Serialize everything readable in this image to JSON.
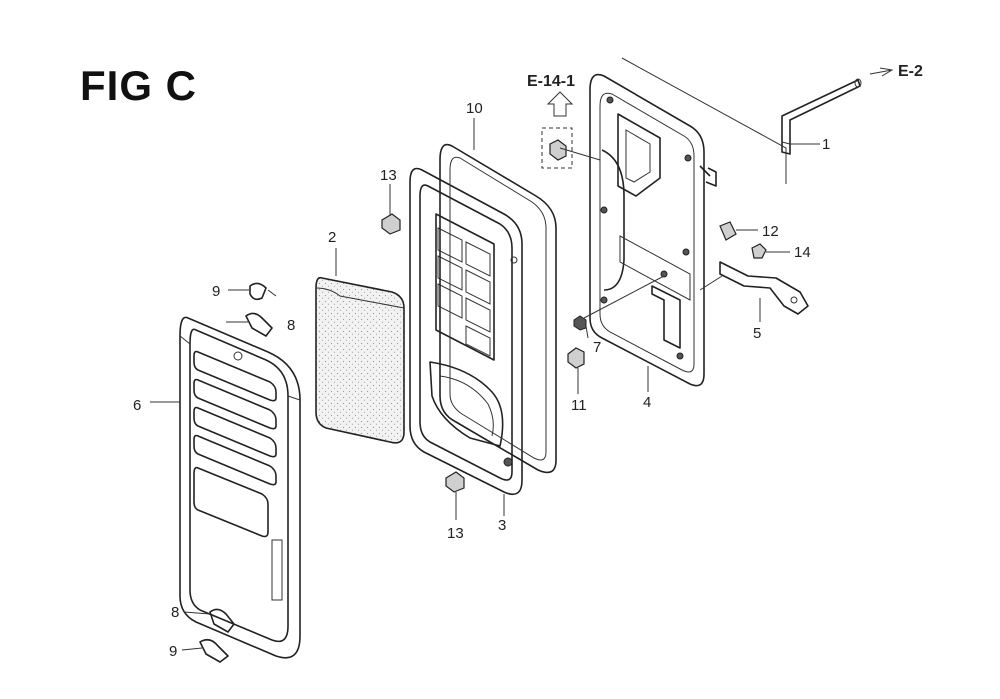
{
  "figure": {
    "title": "FIG C"
  },
  "references": {
    "up": "E-14-1",
    "right": "E-2"
  },
  "callouts": {
    "c1": "1",
    "c2": "2",
    "c3": "3",
    "c4": "4",
    "c5": "5",
    "c6": "6",
    "c7": "7",
    "c8a": "8",
    "c8b": "8",
    "c9a": "9",
    "c9b": "9",
    "c10": "10",
    "c11": "11",
    "c12": "12",
    "c13a": "13",
    "c13b": "13",
    "c14": "14"
  }
}
